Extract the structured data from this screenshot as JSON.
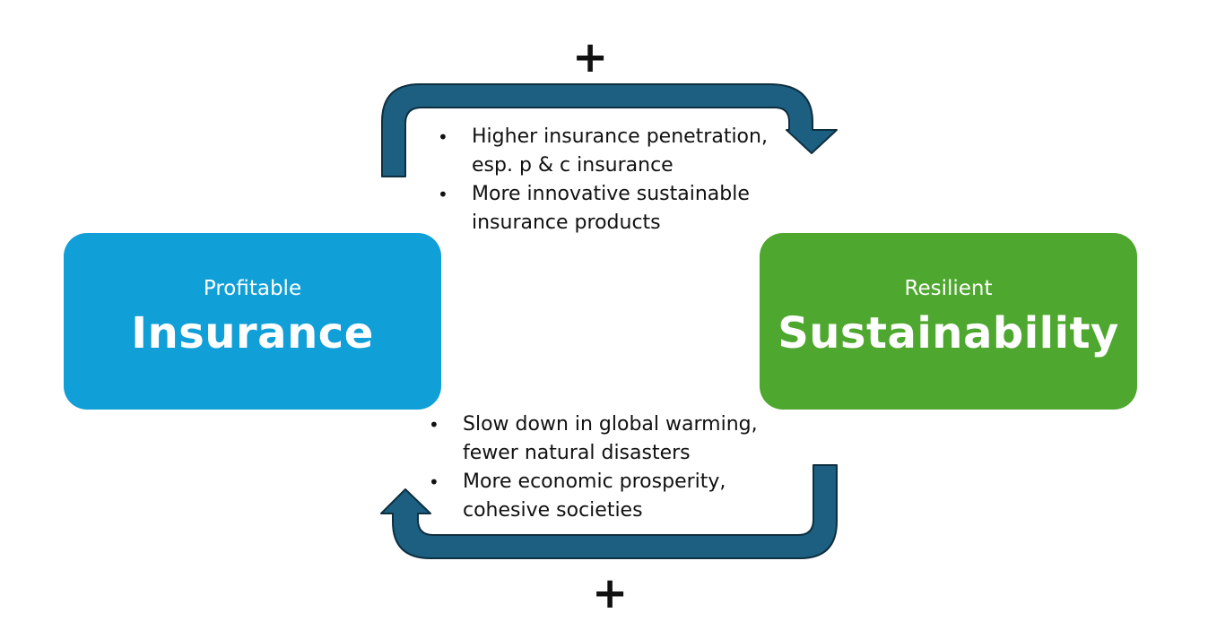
{
  "nodes": {
    "insurance": {
      "subtitle": "Profitable",
      "title": "Insurance",
      "color": "#119fd8"
    },
    "sustainability": {
      "subtitle": "Resilient",
      "title": "Sustainability",
      "color": "#4ea72e"
    }
  },
  "top_flow": {
    "sign": "+",
    "bullet_symbol": "•",
    "lines": [
      [
        "Higher insurance penetration,",
        "esp. p & c insurance"
      ],
      [
        "More innovative sustainable",
        "insurance products"
      ]
    ]
  },
  "bottom_flow": {
    "sign": "+",
    "bullet_symbol": "•",
    "lines": [
      [
        "Slow down in global warming,",
        "fewer natural disasters"
      ],
      [
        "More economic prosperity,",
        "cohesive societies"
      ]
    ]
  },
  "arrow_color": "#1c5f80",
  "arrow_outline": "#0e2f40"
}
